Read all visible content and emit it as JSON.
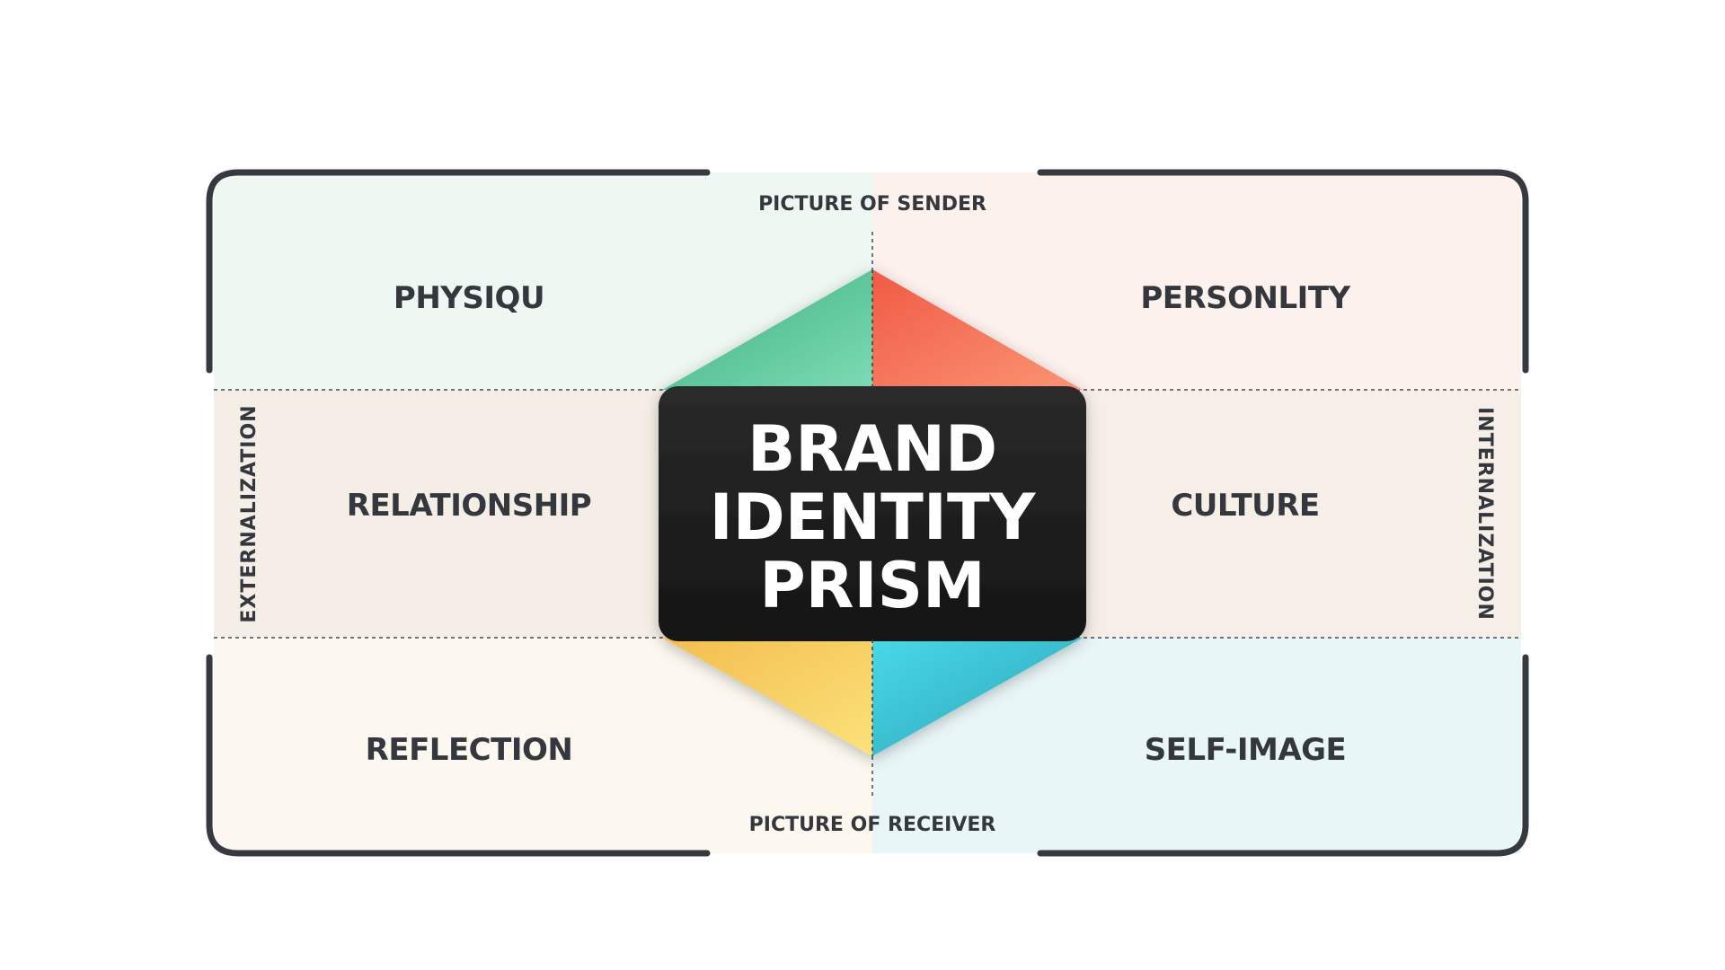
{
  "diagram": {
    "title_lines": [
      "BRAND",
      "IDENTITY",
      "PRISM"
    ],
    "axis": {
      "top": "PICTURE OF SENDER",
      "bottom": "PICTURE OF RECEIVER",
      "left": "EXTERNALIZATION",
      "right": "INTERNALIZATION"
    },
    "segments": {
      "physique": "PHYSIQU",
      "personality": "PERSONLITY",
      "relationship": "RELATIONSHIP",
      "culture": "CULTURE",
      "reflection": "REFLECTION",
      "self_image": "SELF-IMAGE"
    },
    "colors": {
      "green": "#4fbf8e",
      "red": "#f46a52",
      "yellow": "#f6c85a",
      "cyan": "#39c3d6",
      "dark": "#1f1f1f",
      "frame": "#363a40",
      "panel_green": "#eef7f1",
      "panel_pink": "#fdf1ee",
      "panel_beige": "#f5eee6",
      "panel_cream": "#fcf8ef",
      "panel_blue": "#e9f6f7"
    }
  }
}
